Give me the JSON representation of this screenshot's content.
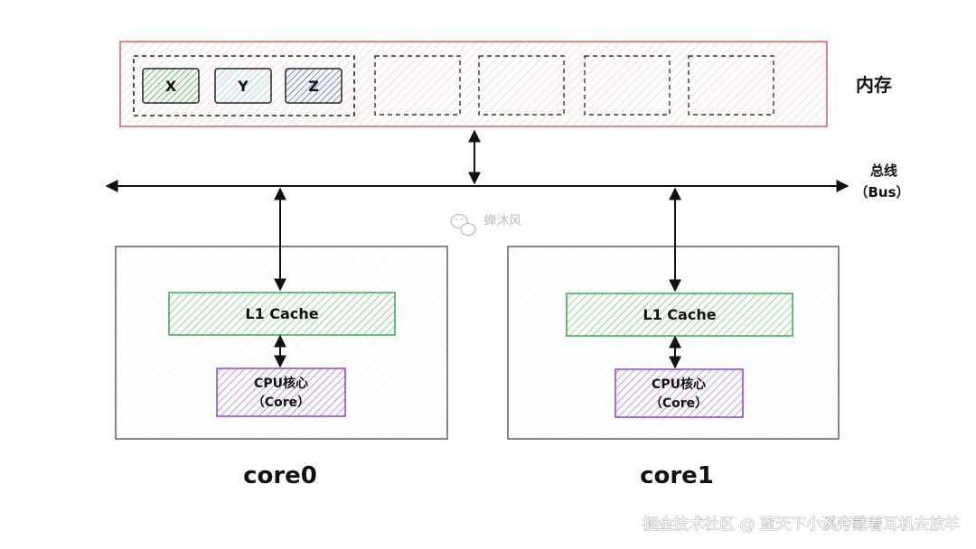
{
  "memory": {
    "label": "内存",
    "variables": [
      {
        "name": "X",
        "color": "#35b83a"
      },
      {
        "name": "Y",
        "color": "#8fdce0"
      },
      {
        "name": "Z",
        "color": "#4a6fc4"
      }
    ],
    "border_color": "#e05a5a",
    "empty_slots": 4
  },
  "bus": {
    "label_line1": "总线",
    "label_line2": "（Bus）"
  },
  "watermark_text": "蝉沐风",
  "cores": [
    {
      "name": "core0",
      "cache_label": "L1 Cache",
      "cpu_line1": "CPU核心",
      "cpu_line2": "（Core）"
    },
    {
      "name": "core1",
      "cache_label": "L1 Cache",
      "cpu_line1": "CPU核心",
      "cpu_line2": "（Core）"
    }
  ],
  "colors": {
    "cache_green": "#3aa64a",
    "cpu_purple": "#8a3fd6"
  },
  "footer": "掘金技术社区 @ 蓝天下小溪旁戴着耳机去放羊"
}
